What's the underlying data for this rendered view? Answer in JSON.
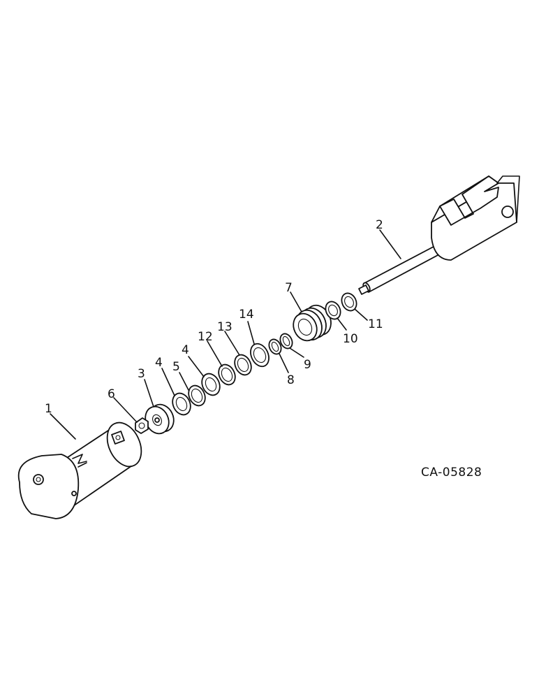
{
  "diagram": {
    "drawing_code": "CA-05828",
    "callouts": {
      "p1": "1",
      "p2": "2",
      "p3": "3",
      "p4a": "4",
      "p4b": "4",
      "p5": "5",
      "p6": "6",
      "p7": "7",
      "p8": "8",
      "p9": "9",
      "p10": "10",
      "p11": "11",
      "p12": "12",
      "p13": "13",
      "p14": "14"
    }
  }
}
